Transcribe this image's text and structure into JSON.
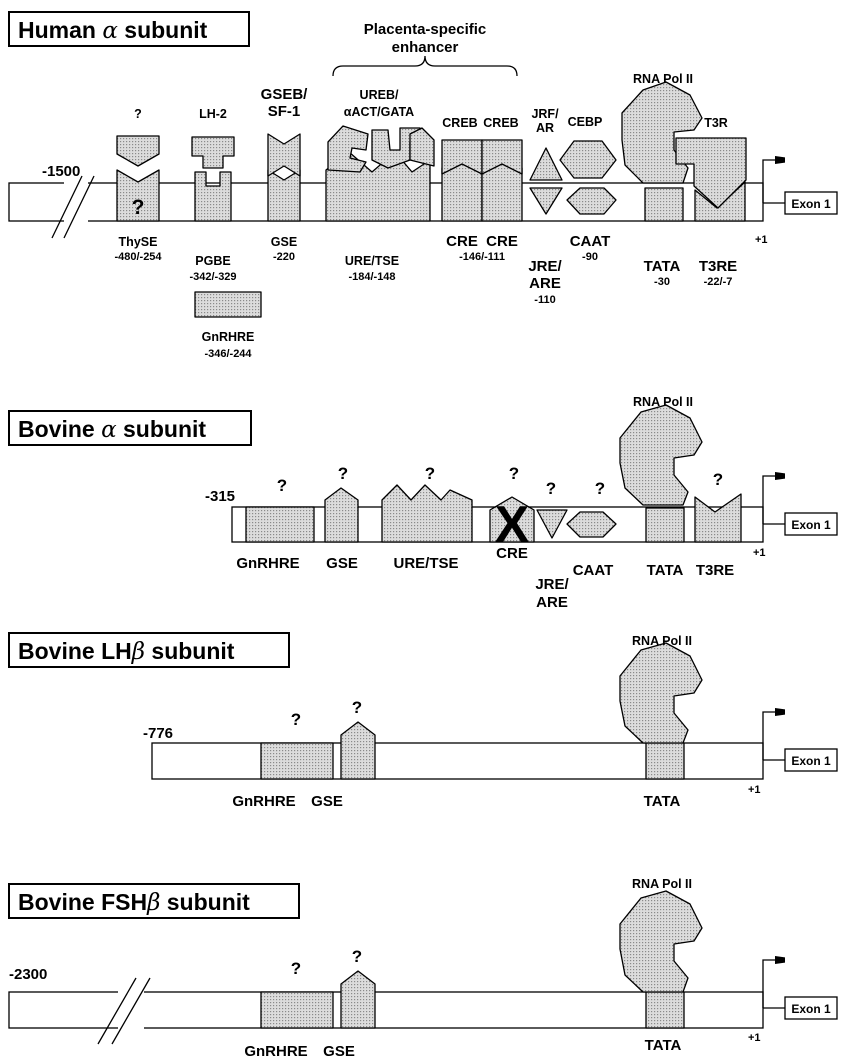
{
  "common": {
    "exon": "Exon 1",
    "plus1": "+1",
    "q": "?",
    "pol": "RNA Pol II"
  },
  "human": {
    "title_prefix": "Human",
    "title_greek": "α",
    "title_suffix": "subunit",
    "start": "-1500",
    "enhancer_line1": "Placenta-specific",
    "enhancer_line2": "enhancer",
    "factors": {
      "lh2": "LH-2",
      "gseb1": "GSEB/",
      "gseb2": "SF-1",
      "ureb1": "UREB/",
      "ureb2": "αACT/GATA",
      "creb1": "CREB",
      "creb2": "CREB",
      "jrf1": "JRF/",
      "jrf2": "AR",
      "cebp": "CEBP",
      "t3r": "T3R"
    },
    "elements": {
      "thyse": "ThySE",
      "thyse_pos": "-480/-254",
      "pgbe": "PGBE",
      "pgbe_pos": "-342/-329",
      "gnrhre": "GnRHRE",
      "gnrhre_pos": "-346/-244",
      "gse": "GSE",
      "gse_pos": "-220",
      "ure": "URE/TSE",
      "ure_pos": "-184/-148",
      "cre1": "CRE",
      "cre2": "CRE",
      "cre_pos": "-146/-111",
      "jre1": "JRE/",
      "jre2": "ARE",
      "jre_pos": "-110",
      "caat": "CAAT",
      "caat_pos": "-90",
      "tata": "TATA",
      "tata_pos": "-30",
      "t3re": "T3RE",
      "t3re_pos": "-22/-7"
    }
  },
  "bovine_alpha": {
    "title_prefix": "Bovine",
    "title_greek": "α",
    "title_suffix": "subunit",
    "start": "-315",
    "elements": {
      "gnrhre": "GnRHRE",
      "gse": "GSE",
      "ure": "URE/TSE",
      "cre": "CRE",
      "cre_mark": "X",
      "jre1": "JRE/",
      "jre2": "ARE",
      "caat": "CAAT",
      "tata": "TATA",
      "t3re": "T3RE"
    }
  },
  "bovine_lh": {
    "title_prefix": "Bovine LH",
    "title_greek": "β",
    "title_suffix": "subunit",
    "start": "-776",
    "elements": {
      "gnrhre": "GnRHRE",
      "gse": "GSE",
      "tata": "TATA"
    }
  },
  "bovine_fsh": {
    "title_prefix": "Bovine FSH",
    "title_greek": "β",
    "title_suffix": "subunit",
    "start": "-2300",
    "elements": {
      "gnrhre": "GnRHRE",
      "gse": "GSE",
      "tata": "TATA"
    }
  }
}
